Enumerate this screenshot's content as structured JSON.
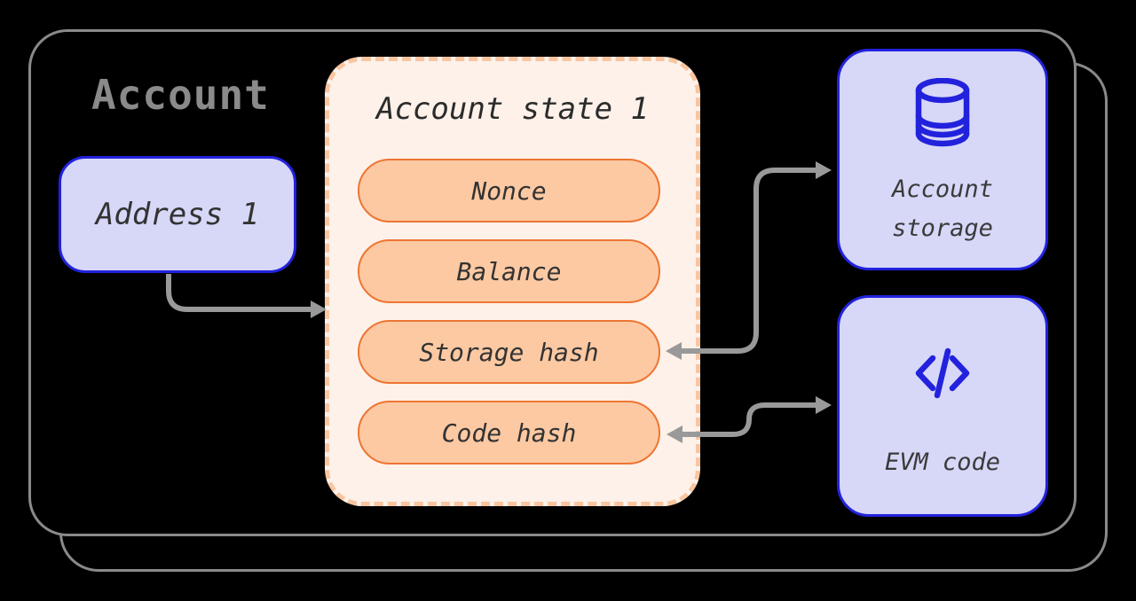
{
  "container": {
    "title": "Account"
  },
  "address_box": {
    "label": "Address 1"
  },
  "account_state": {
    "title": "Account state 1",
    "fields": [
      {
        "label": "Nonce"
      },
      {
        "label": "Balance"
      },
      {
        "label": "Storage hash"
      },
      {
        "label": "Code hash"
      }
    ]
  },
  "account_storage": {
    "icon": "database-icon",
    "line1": "Account",
    "line2": "storage"
  },
  "evm_code": {
    "icon": "code-brackets-icon",
    "label": "EVM code"
  },
  "arrows": [
    {
      "from": "address-box",
      "to": "account-state-box",
      "heads": "end"
    },
    {
      "from": "storage-hash-pill",
      "to": "account-storage-box",
      "heads": "both"
    },
    {
      "from": "code-hash-pill",
      "to": "evm-code-box",
      "heads": "both"
    }
  ],
  "colors": {
    "background": "#000000",
    "container_border": "#8a8a8a",
    "title_text": "#8a8a8a",
    "lavender_fill": "#d7d7f8",
    "blue_border": "#2222dd",
    "state_fill": "#fdf1e9",
    "state_dash_border": "#f9c5a0",
    "pill_fill": "#fcc9a3",
    "pill_border": "#ee7532",
    "arrow": "#999999",
    "dark_text": "#333333"
  }
}
